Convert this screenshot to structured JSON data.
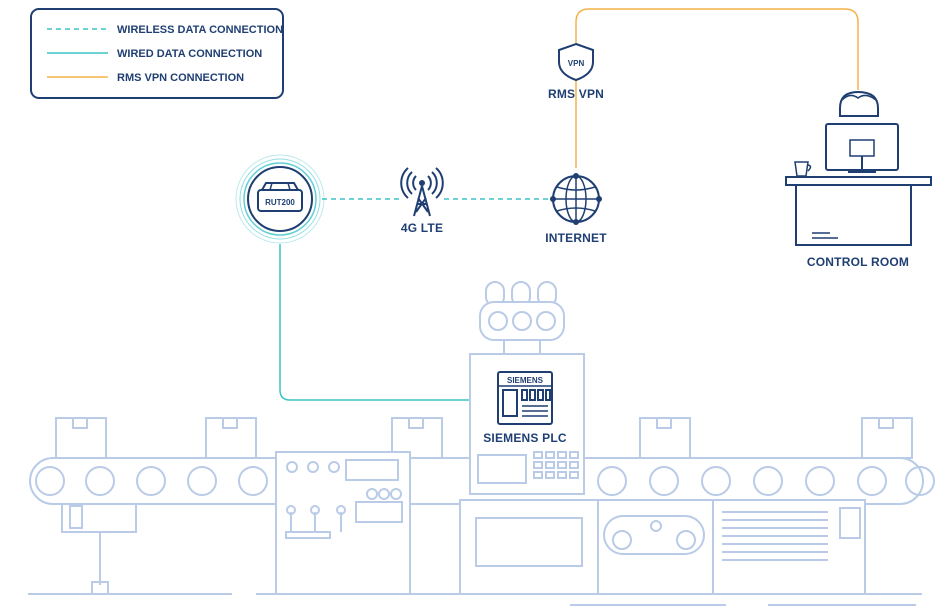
{
  "legend": {
    "items": [
      {
        "label": "WIRELESS DATA CONNECTION",
        "style": "dashed",
        "color": "#3cc3c8"
      },
      {
        "label": "WIRED DATA CONNECTION",
        "style": "solid",
        "color": "#3cc3c8"
      },
      {
        "label": "RMS VPN CONNECTION",
        "style": "solid",
        "color": "#f5b24a"
      }
    ]
  },
  "nodes": {
    "router": {
      "label": "RUT200"
    },
    "tower": {
      "label": "4G LTE"
    },
    "internet": {
      "label": "INTERNET"
    },
    "vpn": {
      "label": "RMS VPN",
      "badge": "VPN"
    },
    "control_room": {
      "label": "CONTROL ROOM"
    },
    "plc": {
      "label": "SIEMENS PLC",
      "brand": "SIEMENS"
    }
  },
  "colors": {
    "navy": "#1f3f73",
    "teal": "#3cc3c8",
    "orange": "#f5b24a",
    "light_blue": "#b9cbe6"
  },
  "icons": [
    "router-icon",
    "cell-tower-icon",
    "globe-icon",
    "vpn-shield-icon",
    "operator-desk-icon",
    "plc-icon",
    "conveyor-belt-icon"
  ]
}
